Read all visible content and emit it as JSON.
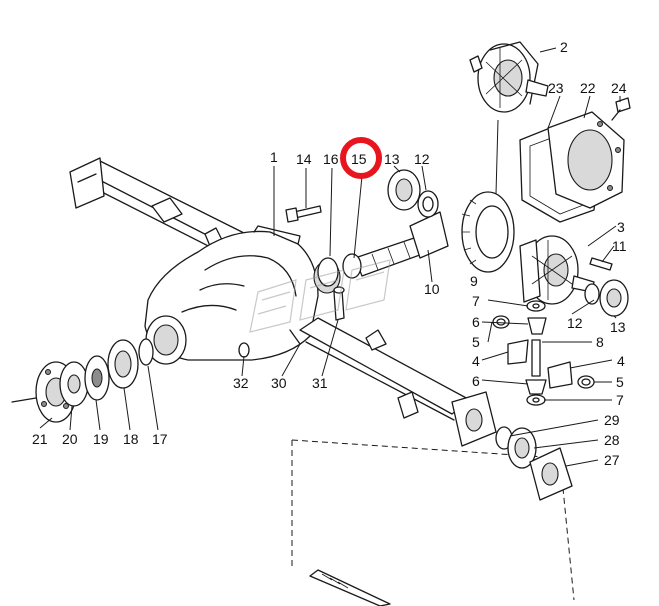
{
  "callouts": [
    {
      "id": "2",
      "label": "2"
    },
    {
      "id": "23",
      "label": "23"
    },
    {
      "id": "22",
      "label": "22"
    },
    {
      "id": "24",
      "label": "24"
    },
    {
      "id": "1",
      "label": "1"
    },
    {
      "id": "14",
      "label": "14"
    },
    {
      "id": "16",
      "label": "16"
    },
    {
      "id": "15",
      "label": "15",
      "highlighted": true
    },
    {
      "id": "13a",
      "label": "13"
    },
    {
      "id": "12a",
      "label": "12"
    },
    {
      "id": "3",
      "label": "3"
    },
    {
      "id": "11",
      "label": "11"
    },
    {
      "id": "9",
      "label": "9"
    },
    {
      "id": "10",
      "label": "10"
    },
    {
      "id": "7a",
      "label": "7"
    },
    {
      "id": "12b",
      "label": "12"
    },
    {
      "id": "13b",
      "label": "13"
    },
    {
      "id": "6a",
      "label": "6"
    },
    {
      "id": "5a",
      "label": "5"
    },
    {
      "id": "8",
      "label": "8"
    },
    {
      "id": "4a",
      "label": "4"
    },
    {
      "id": "4b",
      "label": "4"
    },
    {
      "id": "6b",
      "label": "6"
    },
    {
      "id": "5b",
      "label": "5"
    },
    {
      "id": "7b",
      "label": "7"
    },
    {
      "id": "32",
      "label": "32"
    },
    {
      "id": "30",
      "label": "30"
    },
    {
      "id": "31",
      "label": "31"
    },
    {
      "id": "29",
      "label": "29"
    },
    {
      "id": "28",
      "label": "28"
    },
    {
      "id": "27",
      "label": "27"
    },
    {
      "id": "21",
      "label": "21"
    },
    {
      "id": "20",
      "label": "20"
    },
    {
      "id": "19",
      "label": "19"
    },
    {
      "id": "18",
      "label": "18"
    },
    {
      "id": "17",
      "label": "17"
    }
  ],
  "highlight": {
    "target": "15",
    "color": "#e8141e"
  },
  "colors": {
    "line": "#1a1a1a",
    "background": "#ffffff",
    "highlight": "#e8141e"
  }
}
